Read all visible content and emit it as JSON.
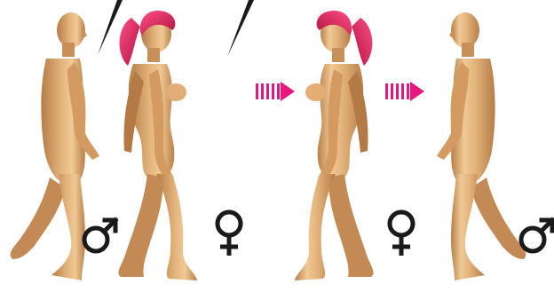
{
  "figures": [
    {
      "id": "male-left",
      "sex": "male",
      "facing": "right",
      "symbol": "♂"
    },
    {
      "id": "female-left",
      "sex": "female",
      "facing": "right",
      "symbol": "♀"
    },
    {
      "id": "female-right",
      "sex": "female",
      "facing": "left",
      "symbol": "♀"
    },
    {
      "id": "male-right",
      "sex": "male",
      "facing": "left",
      "symbol": "♂"
    }
  ],
  "arrows": [
    {
      "id": "arrow-1",
      "direction": "right"
    },
    {
      "id": "arrow-2",
      "direction": "right"
    }
  ],
  "colors": {
    "skin": "#d9a46a",
    "skin_shadow": "#9c6a3c",
    "skin_highlight": "#f2cf9e",
    "hair": "#d81d55",
    "arrow": "#e5197d",
    "symbol": "#1a1a1a",
    "spike": "#1a1a1a"
  },
  "icons": [
    "male-symbol-icon",
    "female-symbol-icon",
    "right-arrow-icon",
    "motion-spike-icon"
  ]
}
